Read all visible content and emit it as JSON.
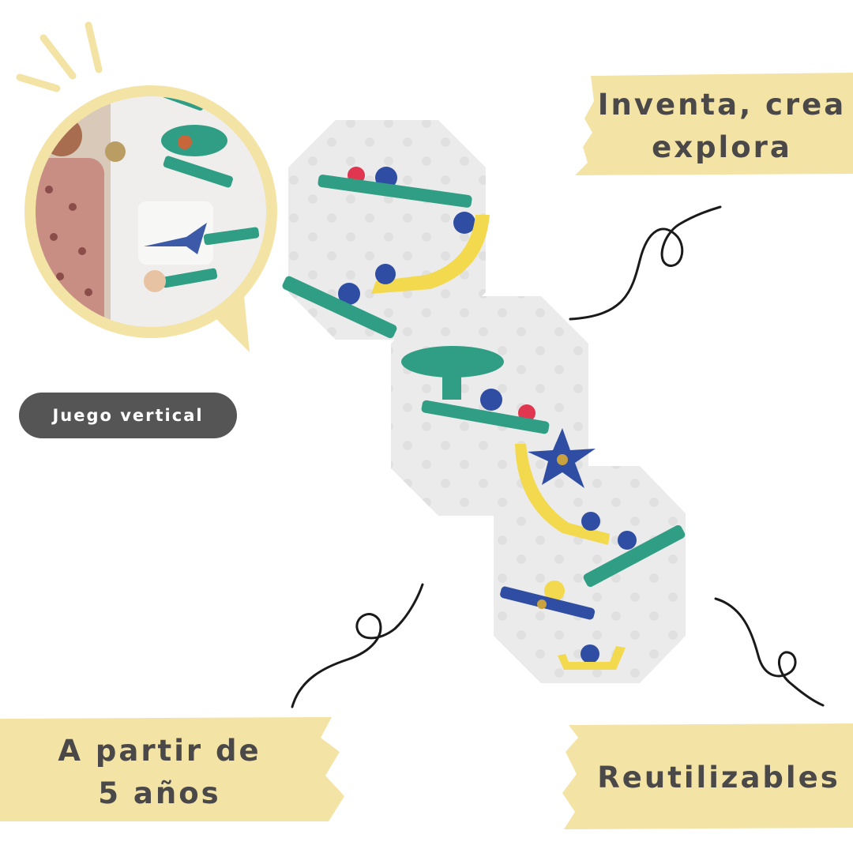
{
  "colors": {
    "accent_yellow": "#f3e3a4",
    "badge_bg": "#555555",
    "text_dark": "#4a4848",
    "panel": "#ecebeb",
    "track_green": "#2f9e84",
    "track_yellow": "#f2d94e",
    "part_blue": "#2f4ea3",
    "ball_red": "#e0364f"
  },
  "labels": {
    "top_right_line1": "Inventa, crea",
    "top_right_line2": "explora",
    "bottom_left_line1": "A partir de",
    "bottom_left_line2": "5 años",
    "bottom_right": "Reutilizables"
  },
  "badge": {
    "text": "Juego vertical"
  }
}
